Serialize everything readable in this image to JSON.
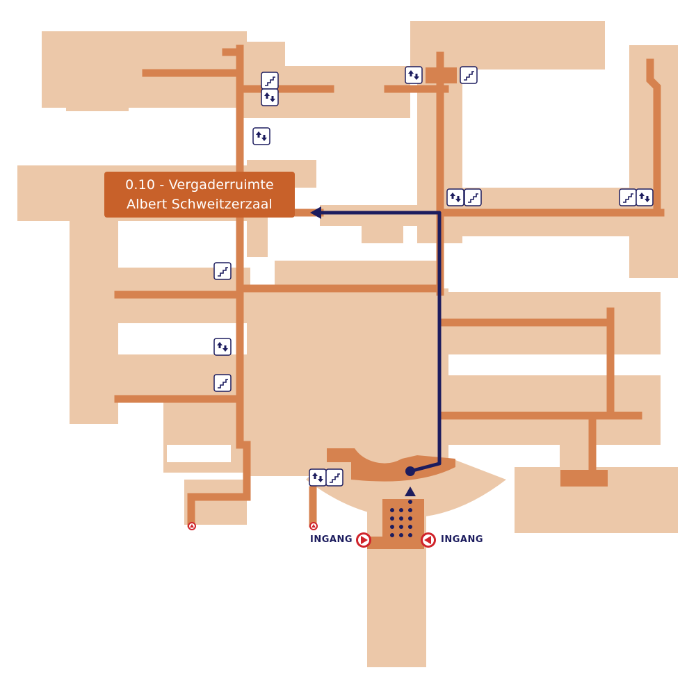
{
  "destination": {
    "line1": "0.10 - Vergaderruimte",
    "line2": "Albert Schweitzerzaal"
  },
  "entrances": {
    "left": "INGANG",
    "right": "INGANG"
  },
  "colors": {
    "building": "#ecc8a9",
    "corridor": "#d6824f",
    "label": "#c8612a",
    "route": "#1c1c5e",
    "entrance_marker": "#d0232a"
  },
  "icons": [
    "stairs-icon",
    "elevator-icon",
    "entrance-arrow-icon",
    "start-point-icon"
  ]
}
